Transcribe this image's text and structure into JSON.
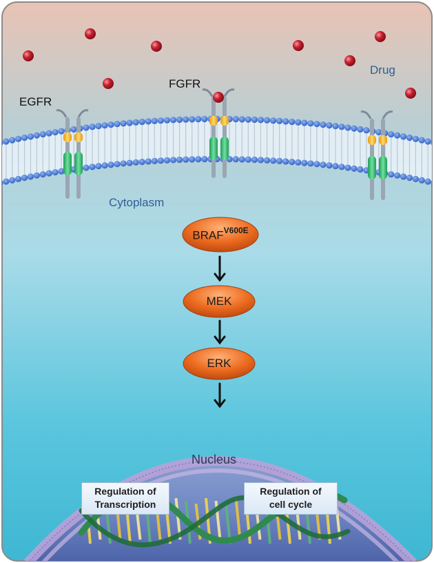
{
  "labels": {
    "egfr": "EGFR",
    "fgfr": "FGFR",
    "drug": "Drug",
    "cytoplasm": "Cytoplasm",
    "nucleus": "Nucleus"
  },
  "pathway": {
    "braf": {
      "name": "BRAF",
      "mutation": "V600E"
    },
    "mek": "MEK",
    "erk": "ERK"
  },
  "regulation": {
    "transcription_line1": "Regulation of",
    "transcription_line2": "Transcription",
    "cell_cycle_line1": "Regulation of",
    "cell_cycle_line2": "cell cycle"
  },
  "colors": {
    "drug_particle": "#b3162a",
    "node_orange": "#ea6a1e",
    "membrane_blue": "#3b6fd0",
    "nuclear_membrane": "#a58fc7",
    "dna_strand": "#2f8a4f"
  }
}
